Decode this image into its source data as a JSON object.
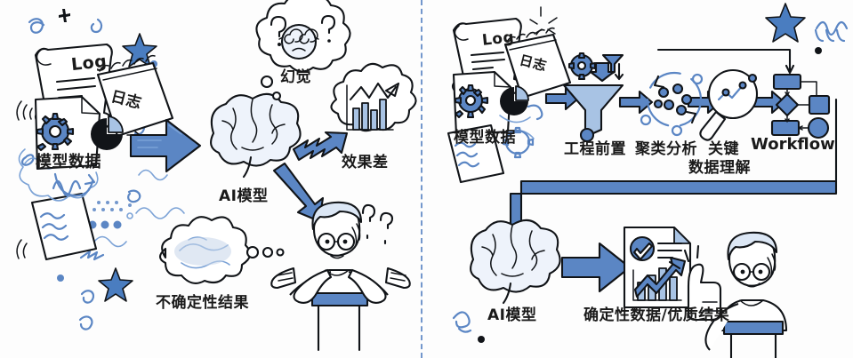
{
  "meta": {
    "background_color": "#fdfdfd",
    "accent_blue": "#5b86c4",
    "pale_blue": "#dce7f5",
    "ink_color": "#111418"
  },
  "divider": {
    "style": "vertical-dashed",
    "color": "#5b86c4"
  },
  "left_panel": {
    "name": "problem-flow",
    "source_docs": {
      "log_scroll_label": "Log",
      "notebook_label": "日志",
      "data_label": "模型数据"
    },
    "model_label": "AI模型",
    "outcomes": [
      {
        "key": "hallucination",
        "label": "幻觉"
      },
      {
        "key": "poor-effect",
        "label": "效果差"
      },
      {
        "key": "uncertain-result",
        "label": "不确定性结果"
      }
    ],
    "person": {
      "mood": "confused",
      "gesture": "shrug",
      "thought": "???"
    }
  },
  "right_panel": {
    "name": "solution-flow",
    "source_docs": {
      "log_scroll_label": "Log",
      "notebook_label": "日志",
      "data_label": "模型数据"
    },
    "pipeline_steps": [
      {
        "key": "engineering-preprocess",
        "icon": "funnel-gear-icon",
        "label": "工程前置"
      },
      {
        "key": "cluster-analysis",
        "icon": "cluster-dots-icon",
        "label": "聚类分析"
      },
      {
        "key": "key-data-understanding",
        "icon": "magnifier-chart-icon",
        "label_line1": "关键",
        "label_line2": "数据理解"
      },
      {
        "key": "workflow",
        "icon": "flowchart-icon",
        "label": "Workflow"
      }
    ],
    "model_label": "AI模型",
    "result_label": "确定性数据/优质结果",
    "result_icon": "report-check-chart-icon",
    "person": {
      "mood": "happy",
      "gesture": "thumbs-up"
    }
  }
}
